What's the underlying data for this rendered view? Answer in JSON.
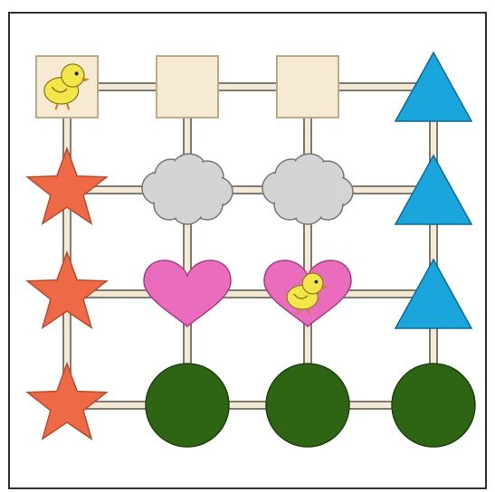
{
  "puzzle": {
    "header_text": "",
    "rows": 4,
    "cols": 4,
    "board": [
      [
        {
          "shape": "square",
          "has_chick": true
        },
        {
          "shape": "square",
          "has_chick": false
        },
        {
          "shape": "square",
          "has_chick": false
        },
        {
          "shape": "triangle",
          "has_chick": false
        }
      ],
      [
        {
          "shape": "star",
          "has_chick": false
        },
        {
          "shape": "cloud",
          "has_chick": false
        },
        {
          "shape": "cloud",
          "has_chick": false
        },
        {
          "shape": "triangle",
          "has_chick": false
        }
      ],
      [
        {
          "shape": "star",
          "has_chick": false
        },
        {
          "shape": "heart",
          "has_chick": false
        },
        {
          "shape": "heart",
          "has_chick": true
        },
        {
          "shape": "triangle",
          "has_chick": false
        }
      ],
      [
        {
          "shape": "star",
          "has_chick": false
        },
        {
          "shape": "circle",
          "has_chick": false
        },
        {
          "shape": "circle",
          "has_chick": false
        },
        {
          "shape": "circle",
          "has_chick": false
        }
      ]
    ]
  },
  "colors": {
    "square": "#f6ebd2",
    "triangle": "#1aa6dd",
    "star": "#ee6a47",
    "cloud": "#d4d4d4",
    "heart": "#ea6cbc",
    "circle": "#2d6514",
    "track_fill": "#f3ead6",
    "track_edge": "#7f7a70",
    "frame": "#333333",
    "chick": "#f2e64a",
    "chick_beak": "#c4822b"
  }
}
